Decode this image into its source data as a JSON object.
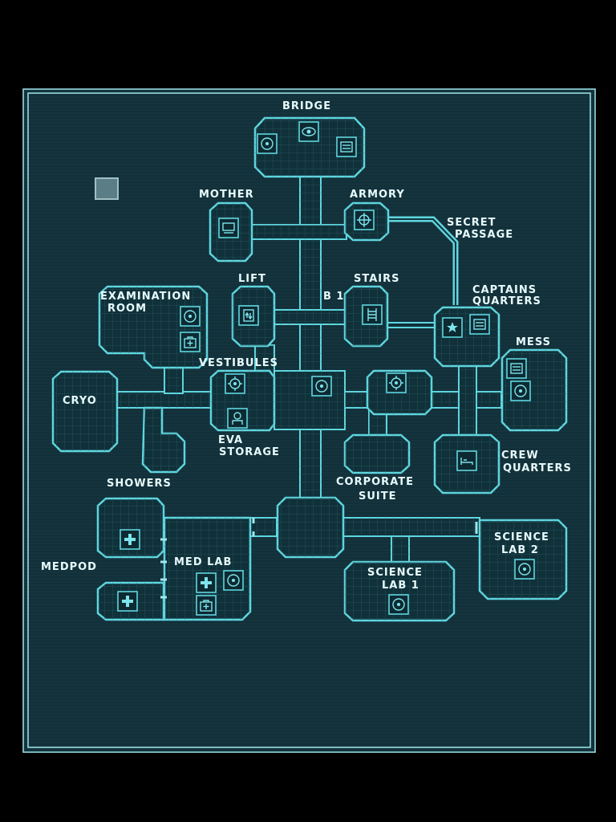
{
  "map": {
    "rooms": [
      {
        "id": "bridge",
        "label": "BRIDGE"
      },
      {
        "id": "mother",
        "label": "MOTHER"
      },
      {
        "id": "armory",
        "label": "ARMORY"
      },
      {
        "id": "secret",
        "label1": "SECRET",
        "label2": "PASSAGE"
      },
      {
        "id": "lift",
        "label": "LIFT"
      },
      {
        "id": "b1",
        "label": "B 1"
      },
      {
        "id": "stairs",
        "label": "STAIRS"
      },
      {
        "id": "exam",
        "label1": "EXAMINATION",
        "label2": "ROOM"
      },
      {
        "id": "captains",
        "label1": "CAPTAINS",
        "label2": "QUARTERS"
      },
      {
        "id": "mess",
        "label": "MESS"
      },
      {
        "id": "vestibules",
        "label": "VESTIBULES"
      },
      {
        "id": "cryo",
        "label": "CRYO"
      },
      {
        "id": "eva",
        "label1": "EVA",
        "label2": "STORAGE"
      },
      {
        "id": "crew",
        "label1": "CREW",
        "label2": "QUARTERS"
      },
      {
        "id": "showers",
        "label": "SHOWERS"
      },
      {
        "id": "corporate",
        "label1": "CORPORATE",
        "label2": "SUITE"
      },
      {
        "id": "science2",
        "label1": "SCIENCE",
        "label2": "LAB 2"
      },
      {
        "id": "medpod",
        "label": "MEDPOD"
      },
      {
        "id": "medlab",
        "label": "MED LAB"
      },
      {
        "id": "science1",
        "label1": "SCIENCE",
        "label2": "LAB 1"
      }
    ]
  },
  "colors": {
    "background": "#000000",
    "panel": "#12303a",
    "line": "#5fd6df",
    "text": "#e8fbfd"
  }
}
